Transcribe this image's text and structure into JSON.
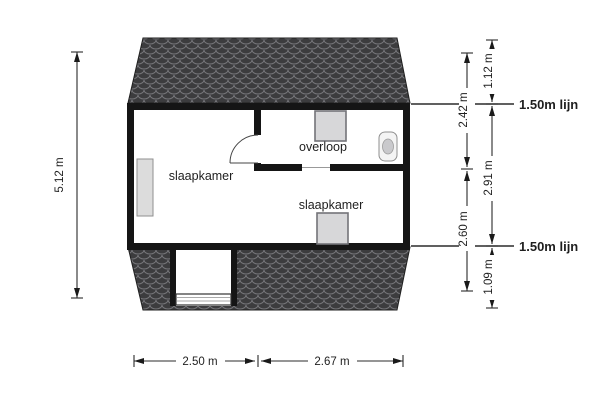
{
  "floor_plan": {
    "room_labels": {
      "bedroom_left": "slaapkamer",
      "landing": "overloop",
      "bedroom_bottom": "slaapkamer"
    },
    "dimension_labels": {
      "overall_height": "5.12 m",
      "width_left": "2.50 m",
      "width_right": "2.67 m",
      "inner_top": "2.42 m",
      "inner_bottom": "2.60 m",
      "outer_top": "1.12 m",
      "outer_middle": "2.91 m",
      "outer_bottom": "1.09 m"
    },
    "height_line_labels": {
      "top": "1.50m lijn",
      "bottom": "1.50m lijn"
    },
    "colors": {
      "background": "#ffffff",
      "roof_fill": "#3c3c3e",
      "roof_scale_stroke": "#77777b",
      "wall": "#151515",
      "fixture_fill": "#d7d7d9",
      "dimension_line": "#2b2b2b"
    }
  }
}
